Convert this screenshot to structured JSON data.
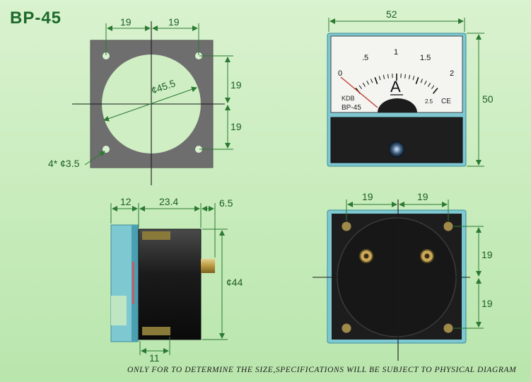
{
  "title": "BP-45",
  "footer_note": "ONLY FOR TO DETERMINE THE SIZE,SPECIFICATIONS WILL BE SUBJECT TO PHYSICAL DIAGRAM",
  "panel_cutout": {
    "dim_top_left": "19",
    "dim_top_right": "19",
    "dim_right_upper": "19",
    "dim_right_lower": "19",
    "hole_diameter": "¢45.5",
    "mount_holes": "4* ¢3.5"
  },
  "front_view": {
    "width": "52",
    "height": "50",
    "scale_labels": [
      "0",
      ".5",
      "1",
      "1.5",
      "2"
    ],
    "unit_symbol": "A",
    "brand": "KDB",
    "model": "BP-45",
    "class_mark": "2.5",
    "ce_mark": "CE"
  },
  "side_view": {
    "dim_flange": "12",
    "dim_body": "23.4",
    "dim_stud": "6.5",
    "dim_bottom": "11",
    "dim_diameter": "¢44"
  },
  "back_view": {
    "dim_top_left": "19",
    "dim_top_right": "19",
    "dim_right_upper": "19",
    "dim_right_lower": "19"
  },
  "colors": {
    "background": "#c9ecbd",
    "plate": "#6e6e6e",
    "dimension": "#2b7a32",
    "case_blue": "#7ec8d2"
  }
}
